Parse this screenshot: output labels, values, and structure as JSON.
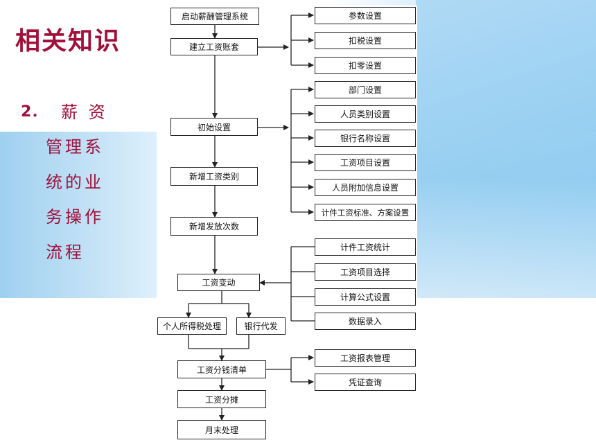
{
  "slide": {
    "title": "相关知识",
    "subtitle_number": "2．",
    "subtitle_lines": [
      "薪 资",
      "管理系",
      "统的业",
      "务操作",
      "流程"
    ]
  },
  "flowchart": {
    "main": {
      "start": "启动薪酬管理系统",
      "account": "建立工资账套",
      "init": "初始设置",
      "new_type": "新增工资类别",
      "new_count": "新增发放次数",
      "change": "工资变动",
      "tax": "个人所得税处理",
      "bank": "银行代发",
      "split": "工资分钱清单",
      "alloc": "工资分摊",
      "month_end": "月末处理"
    },
    "account_group": [
      "参数设置",
      "扣税设置",
      "扣零设置"
    ],
    "init_group": [
      "部门设置",
      "人员类别设置",
      "银行名称设置",
      "工资项目设置",
      "人员附加信息设置",
      "计件工资标准、方案设置"
    ],
    "change_group": [
      "计件工资统计",
      "工资项目选择",
      "计算公式设置",
      "数据录入"
    ],
    "split_group": [
      "工资报表管理",
      "凭证查询"
    ]
  },
  "colors": {
    "title": "#a0103a",
    "line": "#222222"
  }
}
